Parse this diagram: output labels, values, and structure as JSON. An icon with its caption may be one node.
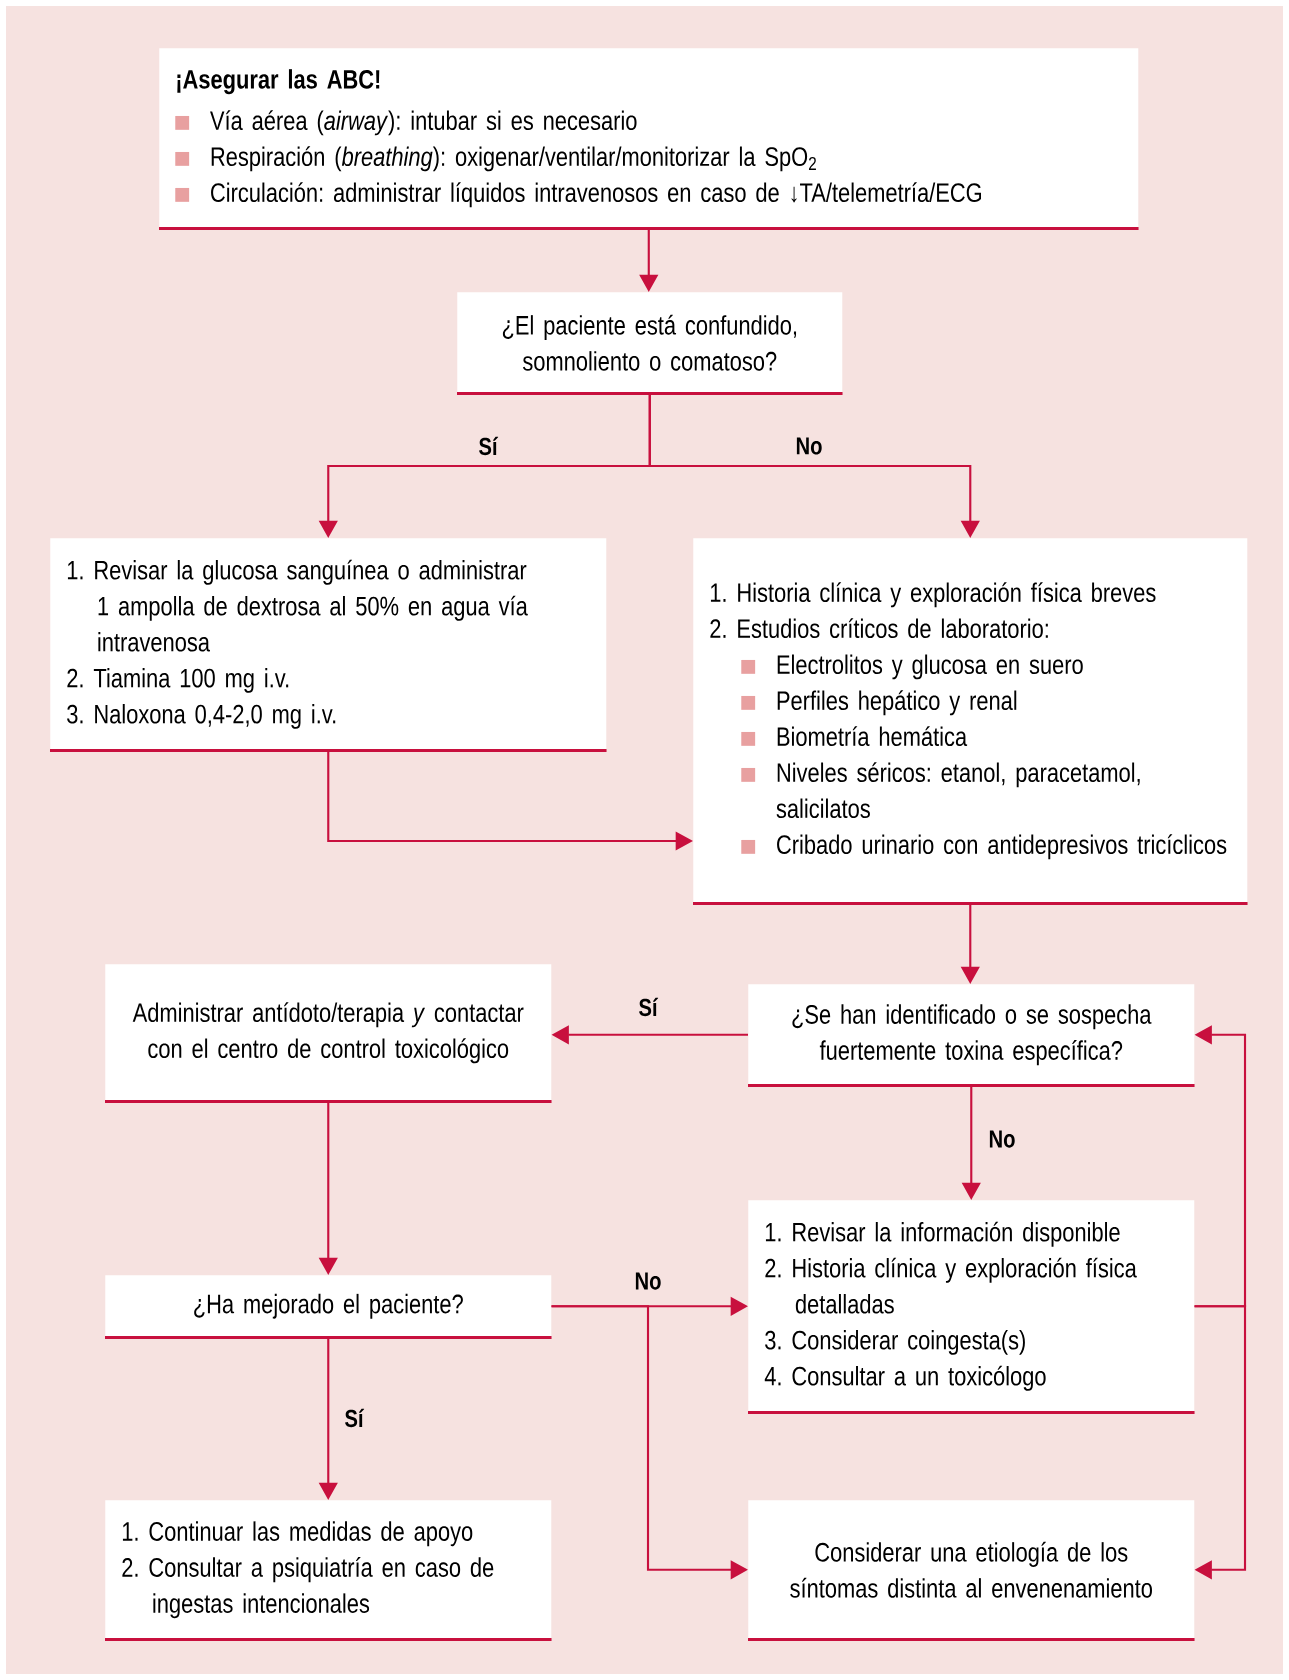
{
  "diagram": {
    "nodes": [
      {
        "text": [
          "¡Asegurar las ABC!",
          "Vía aérea (*airway*): intubar si es necesario",
          "Respiración (*breathing*): oxigenar/ventilar/monitorizar la SpO$_{2}$",
          "Circulación: administrar líquidos intravenosos en caso de ↓TA/telemetría/ECG"
        ]
      },
      {
        "text": [
          "¿El paciente está confundido, somnoliento o comatoso?"
        ]
      },
      {
        "text": [
          "1. Revisar la glucosa sanguínea o administrar 1 ampolla de dextrosa al 50% en agua vía intravenosa",
          "2. Tiamina 100 mg i.v.",
          "3. Naloxona 0,4-2,0 mg i.v."
        ]
      },
      {
        "text": [
          "1. Historia clínica y exploración física breves",
          "2. Estudios críticos de laboratorio:",
          "Electrolitos y glucosa en suero",
          "Perfiles hepático y renal",
          "Biometría hemática",
          "Niveles séricos: etanol, paracetamol, salicilatos",
          "Cribado urinario con antidepresivos tricíclicos"
        ]
      },
      {
        "text": [
          "Administrar antídoto/terapia *y* contactar con el centro de control toxicológico"
        ]
      },
      {
        "text": [
          "¿Se han identificado o se sospecha fuertemente toxina específica?"
        ]
      },
      {
        "text": [
          "¿Ha mejorado el paciente?"
        ]
      },
      {
        "text": [
          "1. Revisar la información disponible",
          "2. Historia clínica y exploración física detalladas",
          "3. Considerar coingesta(s)",
          "4. Consultar a un toxicólogo"
        ]
      },
      {
        "text": [
          "1. Continuar las medidas de apoyo",
          "2. Consultar a psiquiatría en caso de ingestas intencionales"
        ]
      },
      {
        "text": [
          "Considerar una etiología de los síntomas distinta al envenenamiento"
        ]
      }
    ],
    "edges": [
      {
        "from": 0,
        "to": 1,
        "arrow": "to"
      },
      {
        "from": 1,
        "to": 2,
        "arrow": "to",
        "label": "Sí"
      },
      {
        "from": 1,
        "to": 3,
        "arrow": "to",
        "label": "No"
      },
      {
        "from": 2,
        "to": 3,
        "arrow": "to"
      },
      {
        "from": 3,
        "to": 5,
        "arrow": "to"
      },
      {
        "from": 5,
        "to": 4,
        "arrow": "to",
        "label": "Sí"
      },
      {
        "from": 5,
        "to": 7,
        "arrow": "to",
        "label": "No"
      },
      {
        "from": 4,
        "to": 6,
        "arrow": "to"
      },
      {
        "from": 6,
        "to": 7,
        "arrow": "to",
        "label": "No"
      },
      {
        "from": 6,
        "to": 9,
        "arrow": "to"
      },
      {
        "from": 6,
        "to": 8,
        "arrow": "to",
        "label": "Sí"
      },
      {
        "from": 7,
        "to": 5,
        "arrow": "to"
      },
      {
        "from": 7,
        "to": 9,
        "arrow": "to"
      }
    ]
  }
}
